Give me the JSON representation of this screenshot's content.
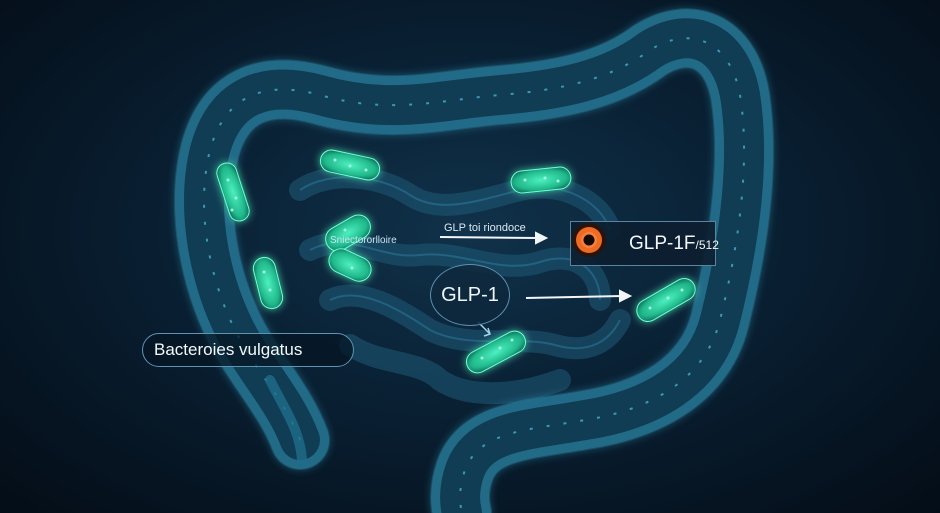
{
  "labels": {
    "bacteria_name": "Bacteroies vulgatus",
    "hormone_bubble": "GLP-1",
    "flow_annotation": "GLP toi riondoce",
    "cell_annotation": "Sniectororlloire",
    "receptor_main": "GLP-1F",
    "receptor_sub": "/512"
  },
  "colors": {
    "background": "#061523",
    "intestine_outline": "#3aaed0",
    "intestine_fill": "#164d66",
    "bacteria_fill": "#2bd7a8",
    "bacteria_glow": "#6dffd6",
    "receptor_icon_outer": "#ef6a22",
    "arrow": "#f2f6f9"
  },
  "icons": {
    "receptor_icon": "orange-ring-icon"
  }
}
